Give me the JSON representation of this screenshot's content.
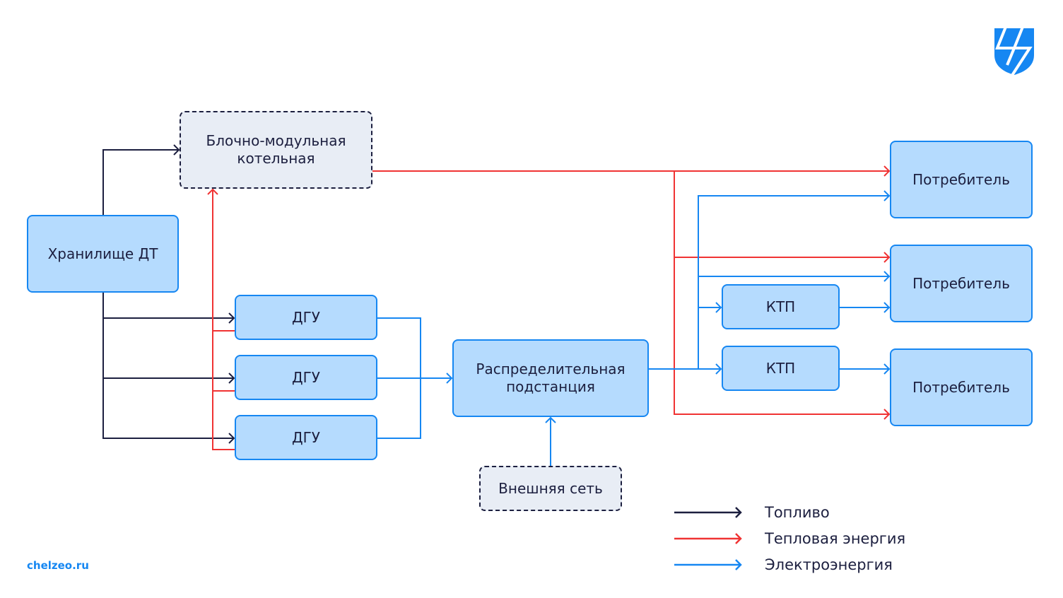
{
  "colors": {
    "fuel": "#1c1f3f",
    "heat": "#f03333",
    "electric": "#1687f2",
    "node_fill": "#b5dbfe",
    "node_fill_dashed": "#e8edf5",
    "text": "#1c1f3f"
  },
  "logo": {
    "icon": "shield-lightning-logo"
  },
  "footer": {
    "site": "chelzeo.ru"
  },
  "nodes": {
    "boiler": {
      "label": "Блочно-модульная\nкотельная",
      "style": "dashed"
    },
    "storage": {
      "label": "Хранилище ДТ",
      "style": "solid"
    },
    "dgu1": {
      "label": "ДГУ",
      "style": "solid"
    },
    "dgu2": {
      "label": "ДГУ",
      "style": "solid"
    },
    "dgu3": {
      "label": "ДГУ",
      "style": "solid"
    },
    "substation": {
      "label": "Распределительная\nподстанция",
      "style": "solid"
    },
    "external": {
      "label": "Внешняя сеть",
      "style": "dashed"
    },
    "ktp1": {
      "label": "КТП",
      "style": "solid"
    },
    "ktp2": {
      "label": "КТП",
      "style": "solid"
    },
    "consumer1": {
      "label": "Потребитель",
      "style": "solid"
    },
    "consumer2": {
      "label": "Потребитель",
      "style": "solid"
    },
    "consumer3": {
      "label": "Потребитель",
      "style": "solid"
    }
  },
  "flows": [
    {
      "from": "storage",
      "to": "boiler",
      "type": "fuel"
    },
    {
      "from": "storage",
      "to": "dgu1",
      "type": "fuel"
    },
    {
      "from": "storage",
      "to": "dgu2",
      "type": "fuel"
    },
    {
      "from": "storage",
      "to": "dgu3",
      "type": "fuel"
    },
    {
      "from": "dgu1",
      "to": "boiler",
      "type": "heat"
    },
    {
      "from": "dgu2",
      "to": "boiler",
      "type": "heat"
    },
    {
      "from": "dgu3",
      "to": "boiler",
      "type": "heat"
    },
    {
      "from": "boiler",
      "to": "consumer1",
      "type": "heat"
    },
    {
      "from": "boiler",
      "to": "consumer2",
      "type": "heat"
    },
    {
      "from": "boiler",
      "to": "consumer3",
      "type": "heat"
    },
    {
      "from": "dgu1",
      "to": "substation",
      "type": "electric"
    },
    {
      "from": "dgu2",
      "to": "substation",
      "type": "electric"
    },
    {
      "from": "dgu3",
      "to": "substation",
      "type": "electric"
    },
    {
      "from": "external",
      "to": "substation",
      "type": "electric"
    },
    {
      "from": "substation",
      "to": "consumer1",
      "type": "electric"
    },
    {
      "from": "substation",
      "to": "consumer2",
      "type": "electric"
    },
    {
      "from": "substation",
      "to": "ktp1",
      "type": "electric"
    },
    {
      "from": "substation",
      "to": "ktp2",
      "type": "electric"
    },
    {
      "from": "ktp1",
      "to": "consumer2",
      "type": "electric"
    },
    {
      "from": "ktp2",
      "to": "consumer3",
      "type": "electric"
    }
  ],
  "legend": [
    {
      "type": "fuel",
      "label": "Топливо"
    },
    {
      "type": "heat",
      "label": "Тепловая энергия"
    },
    {
      "type": "electric",
      "label": "Электроэнергия"
    }
  ]
}
